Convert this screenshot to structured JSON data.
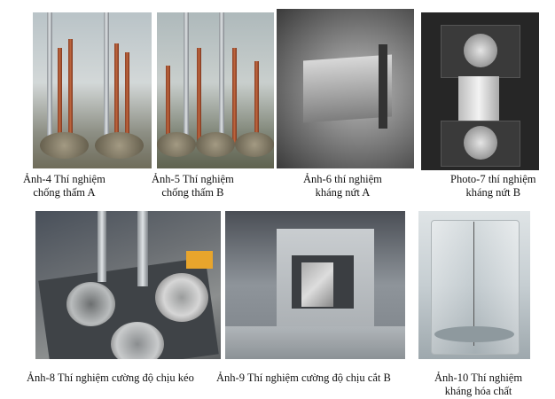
{
  "figures": [
    {
      "id": "anh-4",
      "caption_lines": [
        "Ảnh-4 Thí nghiệm",
        "chống thấm A"
      ]
    },
    {
      "id": "anh-5",
      "caption_lines": [
        "Ảnh-5 Thí nghiệm",
        "chống thấm B"
      ]
    },
    {
      "id": "anh-6",
      "caption_lines": [
        "Ảnh-6 thí nghiệm",
        "kháng nứt A"
      ]
    },
    {
      "id": "photo-7",
      "caption_lines": [
        "Photo-7 thí nghiệm",
        "kháng nứt B"
      ]
    },
    {
      "id": "anh-8",
      "caption_lines": [
        "Ảnh-8 Thí nghiệm cường độ chịu kéo"
      ]
    },
    {
      "id": "anh-9",
      "caption_lines": [
        "Ảnh-9 Thí nghiệm cường độ chịu cắt B"
      ]
    },
    {
      "id": "anh-10",
      "caption_lines": [
        "Ảnh-10 Thí nghiệm",
        "kháng hóa chất"
      ]
    }
  ]
}
